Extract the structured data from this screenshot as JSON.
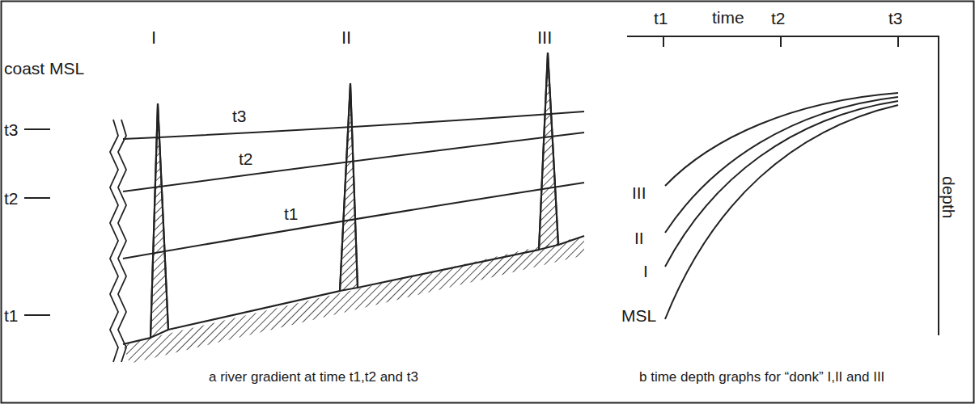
{
  "diagram": {
    "labels": [
      "I",
      "II",
      "III",
      "coast MSL",
      "t3",
      "t2",
      "t1",
      "t3",
      "t2",
      "t1",
      "time",
      "t1",
      "t2",
      "t3",
      "depth",
      "III",
      "II",
      "I",
      "MSL",
      "a  river gradient at time t1,t2 and t3",
      "b  time depth graphs for “donk” I,II and III"
    ]
  }
}
